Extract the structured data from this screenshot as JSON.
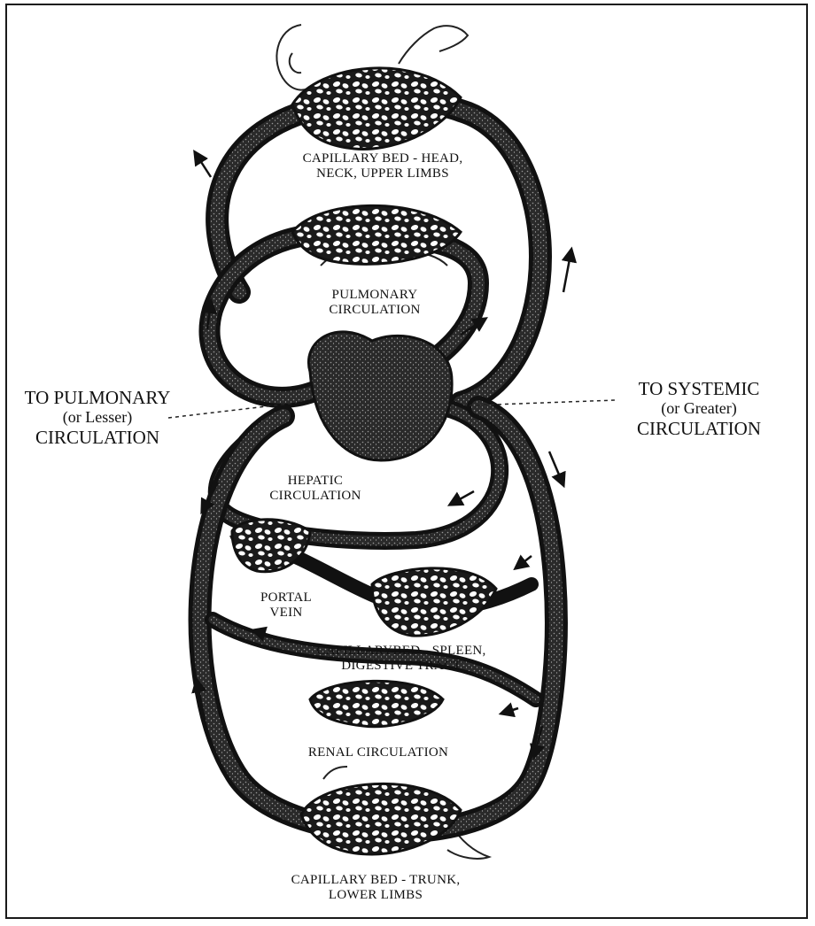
{
  "labels": {
    "capillary_head": [
      "CAPILLARY BED - HEAD,",
      "NECK, UPPER LIMBS"
    ],
    "pulmonary": [
      "PULMONARY",
      "CIRCULATION"
    ],
    "to_pulmonary": [
      "TO PULMONARY",
      "(or Lesser)",
      "CIRCULATION"
    ],
    "to_systemic": [
      "TO SYSTEMIC",
      "(or Greater)",
      "CIRCULATION"
    ],
    "hepatic": [
      "HEPATIC",
      "CIRCULATION"
    ],
    "portal": [
      "PORTAL",
      "VEIN"
    ],
    "capillary_spleen": [
      "CAPILLARYBED - SPLEEN,",
      "DIGESTIVE TRACT"
    ],
    "renal": [
      "RENAL CIRCULATION"
    ],
    "capillary_trunk": [
      "CAPILLARY BED - TRUNK,",
      "LOWER LIMBS"
    ]
  },
  "colors": {
    "ink": "#111111",
    "background": "#ffffff"
  }
}
